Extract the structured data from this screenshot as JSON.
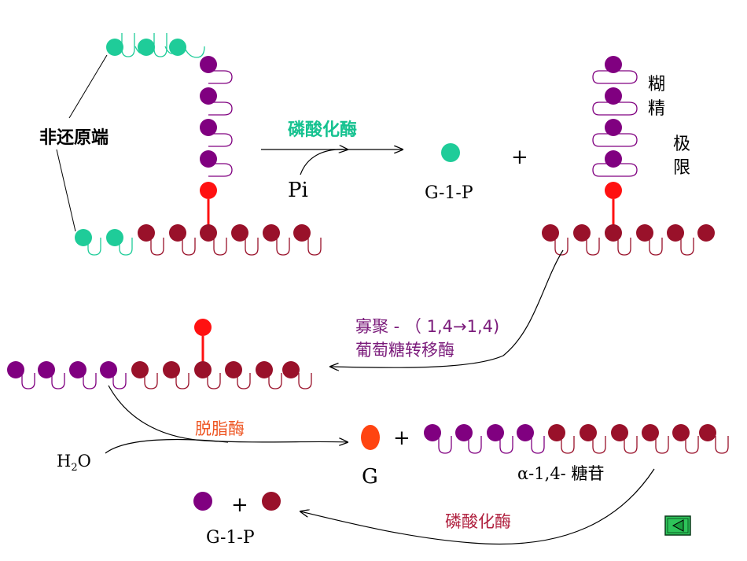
{
  "labels": {
    "non_reducing_end": "非还原端",
    "phosphorylase_top": "磷酸化酶",
    "pi": "Pi",
    "g1p_top": "G-1-P",
    "plus_top": "+",
    "limit_dextrin_1": "糊",
    "limit_dextrin_2": "精",
    "limit_dextrin_3": "极",
    "limit_dextrin_4": "限",
    "transferase_line1": "寡聚 - （ 1,4→1,4)",
    "transferase_line2": "葡萄糖转移酶",
    "debranching": "脱脂酶",
    "h2o_main": "H",
    "h2o_sub": "2",
    "h2o_end": "O",
    "glucose": "G",
    "plus_mid": "+",
    "glycoside": "α-1,4- 糖苷",
    "phosphorylase_bottom": "磷酸化酶",
    "plus_bottom": "+",
    "g1p_bottom": "G-1-P"
  },
  "colors": {
    "teal": "#1fcc99",
    "purple": "#800080",
    "maroon": "#99112a",
    "red": "#ff1111",
    "orange": "#ff4411",
    "teal_text": "#16c290",
    "purple_text": "#7a1a7a",
    "orange_text": "#ee5522",
    "maroon_text": "#b0213f",
    "nav_button": "#2ec45a"
  },
  "nav": {
    "icon": "back-triangle-icon"
  }
}
